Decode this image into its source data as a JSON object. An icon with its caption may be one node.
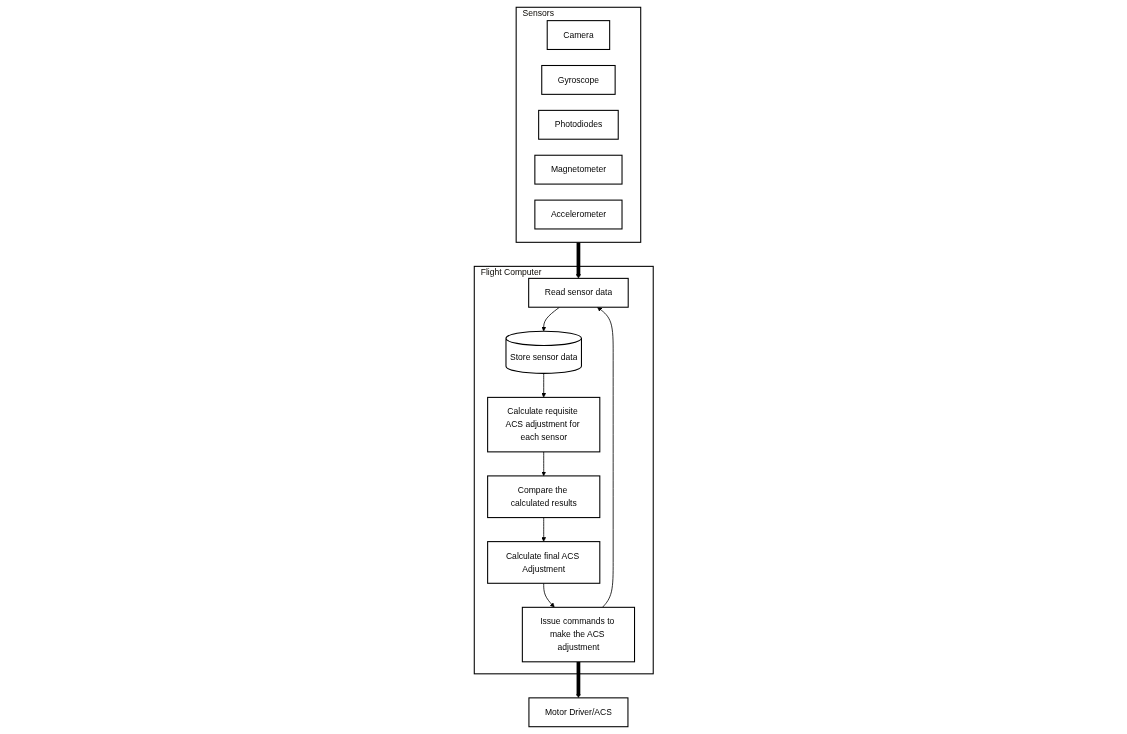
{
  "diagram": {
    "nodes": [
      {
        "text": [
          "Sensors"
        ]
      },
      {
        "text": [
          "Camera"
        ],
        "in": 0
      },
      {
        "text": [
          "Gyroscope"
        ],
        "in": 0
      },
      {
        "text": [
          "Photodiodes"
        ],
        "in": 0
      },
      {
        "text": [
          "Magnetometer"
        ],
        "in": 0
      },
      {
        "text": [
          "Accelerometer"
        ],
        "in": 0
      },
      {
        "text": [
          "Motor Driver/ACS"
        ]
      },
      {
        "text": [
          "Flight Computer"
        ]
      },
      {
        "text": [
          "Read sensor data"
        ],
        "in": 7
      },
      {
        "text": [
          "Issue commands to make the ACS adjustment"
        ],
        "in": 7
      },
      {
        "text": [
          "Store sensor data"
        ],
        "in": 7
      },
      {
        "text": [
          "Calculate requisite ACS adjustment for each sensor"
        ],
        "in": 7
      },
      {
        "text": [
          "Compare the calculated results"
        ],
        "in": 7
      },
      {
        "text": [
          "Calculate final ACS Adjustment"
        ],
        "in": 7
      }
    ],
    "edges": [
      {
        "from": 0,
        "to": 8,
        "arrow": "to",
        "style": "thick"
      },
      {
        "from": 9,
        "to": 6,
        "arrow": "to",
        "style": "thick"
      },
      {
        "from": 9,
        "to": 8,
        "arrow": "to"
      },
      {
        "from": 8,
        "to": 10,
        "arrow": "to"
      },
      {
        "from": 10,
        "to": 11,
        "arrow": "to"
      },
      {
        "from": 11,
        "to": 12,
        "arrow": "to"
      },
      {
        "from": 12,
        "to": 13,
        "arrow": "to"
      },
      {
        "from": 13,
        "to": 9,
        "arrow": "to"
      }
    ]
  }
}
